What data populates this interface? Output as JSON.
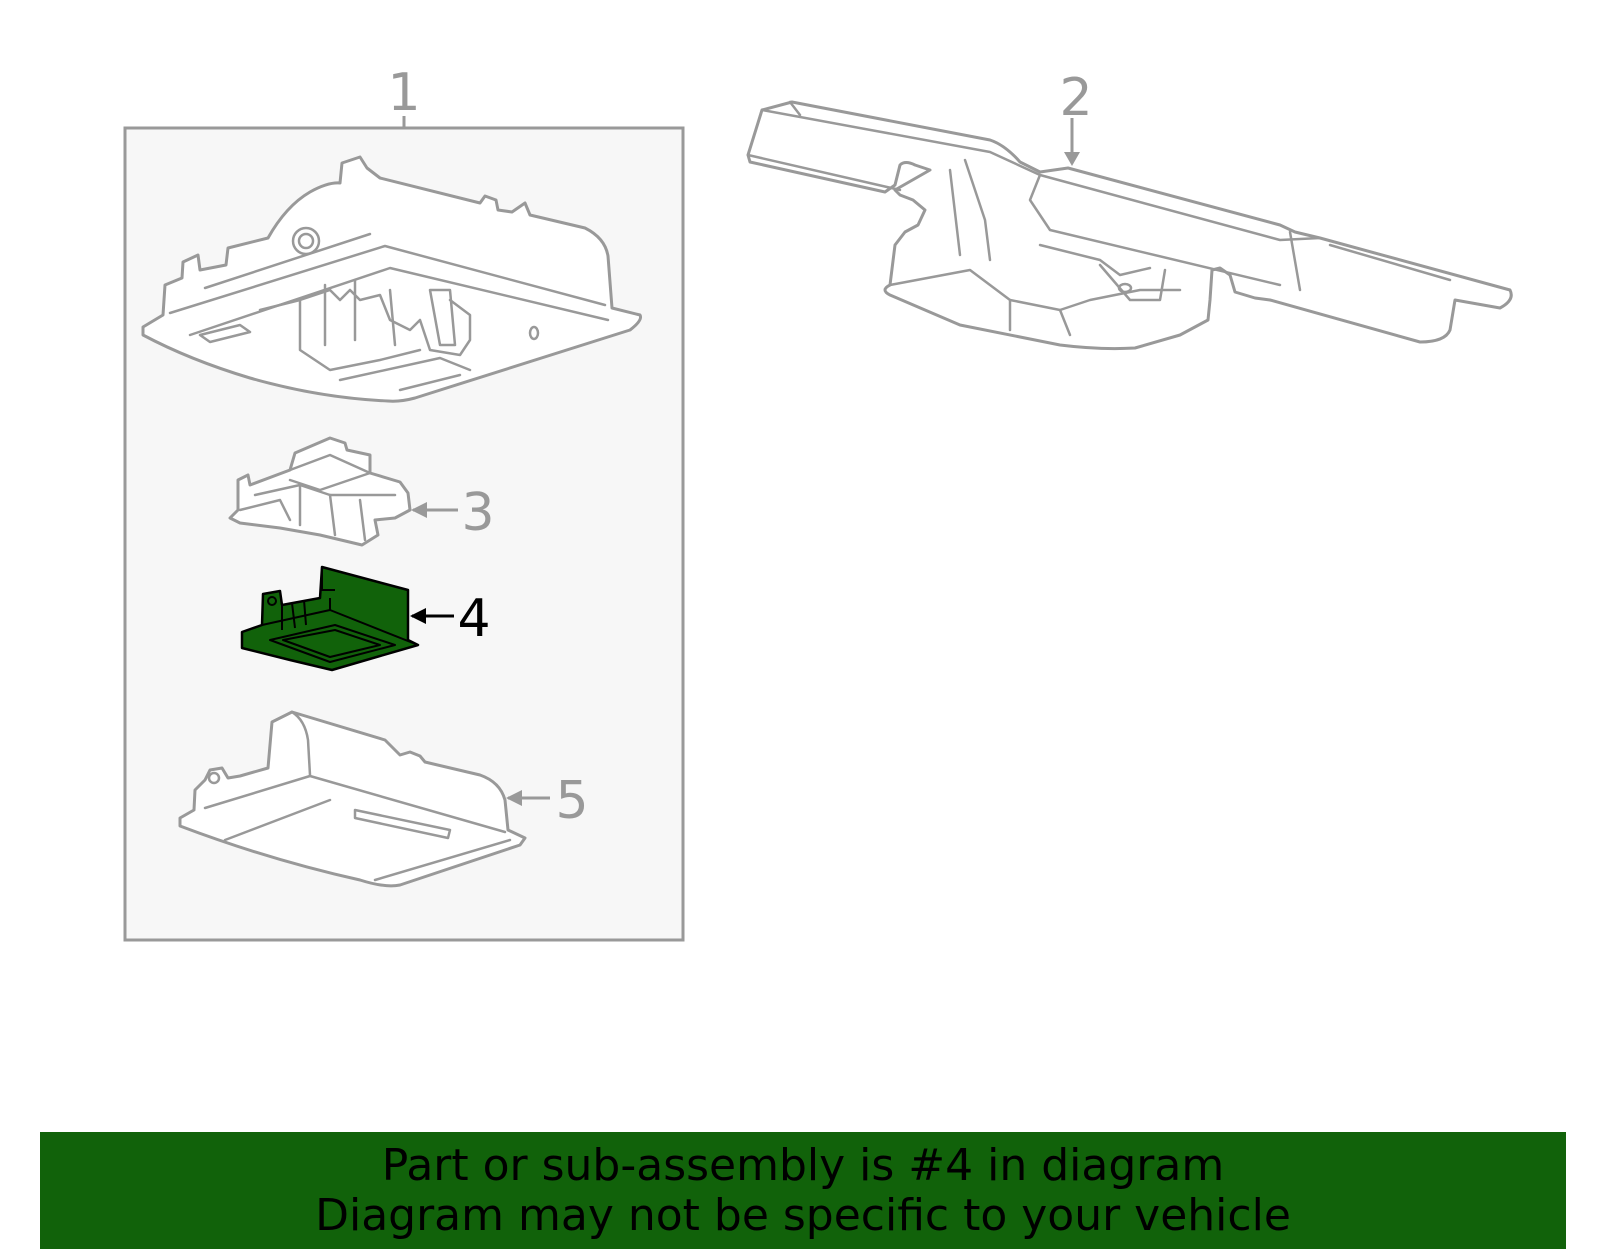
{
  "diagram": {
    "callouts": [
      "1",
      "2",
      "3",
      "4",
      "5"
    ],
    "highlighted_part": "4",
    "colors": {
      "highlight": "#11620a",
      "line": "#999999",
      "panel": "#f7f7f7"
    }
  },
  "banner": {
    "line1": "Part or sub-assembly is #4 in diagram",
    "line2": "Diagram may not be specific to your vehicle"
  }
}
